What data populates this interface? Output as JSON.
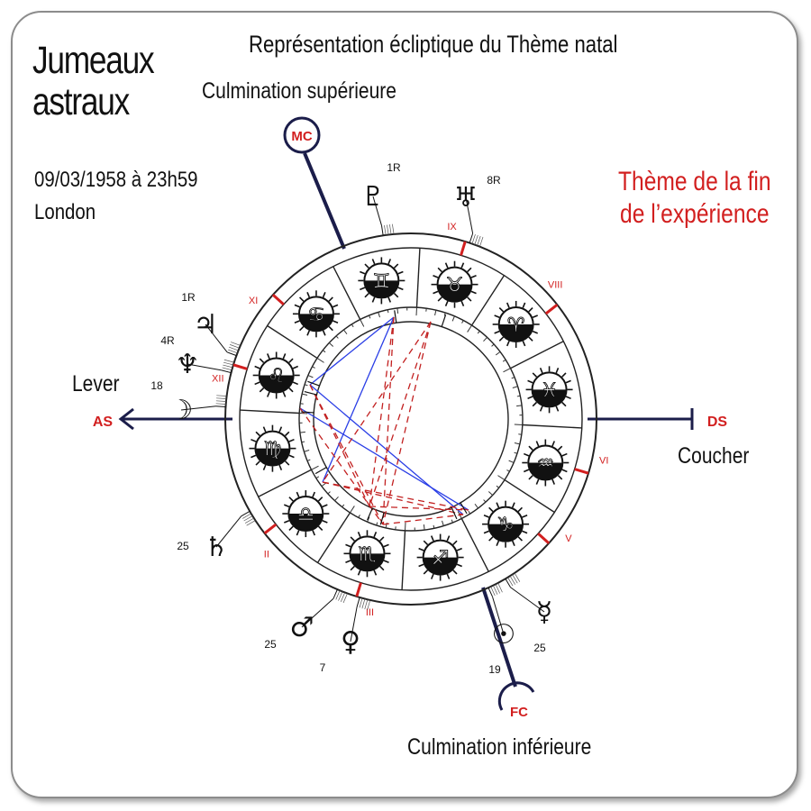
{
  "title_lines": [
    "Jumeaux",
    "astraux"
  ],
  "subtitle": "Représentation écliptique du Thème natal",
  "date_line": "09/03/1958 à 23h59",
  "place": "London",
  "red_label_lines": [
    "Thème de la fin",
    "de l’expérience"
  ],
  "colors": {
    "accent_red": "#d21f1f",
    "navy": "#1b1d4a",
    "aspect_blue": "#2a3ee6",
    "aspect_red": "#c22020"
  },
  "annotations": {
    "culmination_superieure": "Culmination supérieure",
    "lever": "Lever",
    "coucher": "Coucher",
    "culmination_inferieure": "Culmination inférieure"
  },
  "angles": {
    "mc": "MC",
    "fc": "FC",
    "as": "AS",
    "ds": "DS"
  },
  "houses": [
    "II",
    "III",
    "V",
    "VI",
    "VIII",
    "IX",
    "XI",
    "XII"
  ],
  "signs": [
    {
      "name": "virgo",
      "glyph": "♍"
    },
    {
      "name": "leo",
      "glyph": "♌"
    },
    {
      "name": "cancer",
      "glyph": "♋"
    },
    {
      "name": "gemini",
      "glyph": "♊"
    },
    {
      "name": "taurus",
      "glyph": "♉"
    },
    {
      "name": "aries",
      "glyph": "♈"
    },
    {
      "name": "pisces",
      "glyph": "♓"
    },
    {
      "name": "aquarius",
      "glyph": "♒"
    },
    {
      "name": "capricorn",
      "glyph": "♑"
    },
    {
      "name": "sagittarius",
      "glyph": "♐"
    },
    {
      "name": "scorpio",
      "glyph": "♏"
    },
    {
      "name": "libra",
      "glyph": "♎"
    }
  ],
  "planets": [
    {
      "name": "pluto",
      "glyph": "♇",
      "degree": "1R"
    },
    {
      "name": "uranus",
      "glyph": "♅",
      "degree": "8R"
    },
    {
      "name": "jupiter",
      "glyph": "♃",
      "degree": "1R"
    },
    {
      "name": "neptune",
      "glyph": "♆",
      "degree": "4R"
    },
    {
      "name": "moon",
      "glyph": "☽",
      "degree": "18"
    },
    {
      "name": "saturn",
      "glyph": "♄",
      "degree": "25"
    },
    {
      "name": "mars",
      "glyph": "♂",
      "degree": "25"
    },
    {
      "name": "venus",
      "glyph": "♀",
      "degree": "7"
    },
    {
      "name": "sun",
      "glyph": "☉",
      "degree": "19"
    },
    {
      "name": "mercury",
      "glyph": "☿",
      "degree": "25"
    }
  ]
}
